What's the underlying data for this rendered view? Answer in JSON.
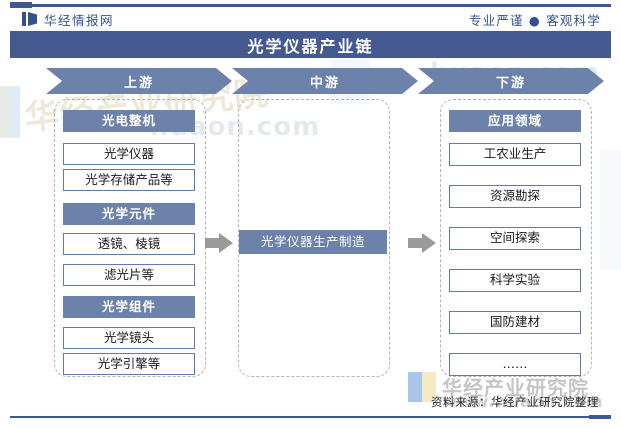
{
  "header": {
    "logo_icon": "huajing-logo-icon",
    "brand": "华经情报网",
    "tagline": "专业严谨 ● 客观科学"
  },
  "title": "光学仪器产业链",
  "stages": [
    {
      "key": "upstream",
      "label": "上游"
    },
    {
      "key": "midstream",
      "label": "中游"
    },
    {
      "key": "downstream",
      "label": "下游"
    }
  ],
  "columns": {
    "upstream": {
      "groups": [
        {
          "header": "光电整机",
          "items": [
            "光学仪器",
            "光学存储产品等"
          ]
        },
        {
          "header": "光学元件",
          "items": [
            "透镜、棱镜",
            "滤光片等"
          ]
        },
        {
          "header": "光学组件",
          "items": [
            "光学镜头",
            "光学引擎等"
          ]
        }
      ]
    },
    "midstream": {
      "main": "光学仪器生产制造"
    },
    "downstream": {
      "groups": [
        {
          "header": "应用领域",
          "items": [
            "工农业生产",
            "资源勘探",
            "空间探索",
            "科学实验",
            "国防建材",
            "……"
          ]
        }
      ]
    }
  },
  "connectors": [
    {
      "name": "arrow-upstream-to-midstream",
      "glyph": "→"
    },
    {
      "name": "arrow-midstream-to-downstream",
      "glyph": "→"
    }
  ],
  "footer": {
    "source": "资料来源：华经产业研究院整理"
  },
  "watermark": {
    "name": "华经产业研究院",
    "domain": "www.huaon.com",
    "background_text": "华经产业研究院",
    "background_url": "huaon.com"
  },
  "colors": {
    "title_bar": "#43598f",
    "stage_chevron": "#6d82ab",
    "group_header": "#6d82ab",
    "item_border": "#5f7ba9",
    "accent": "#3b5894",
    "arrow": "#9a9a9a",
    "dashed_border": "#b3b3b3"
  }
}
